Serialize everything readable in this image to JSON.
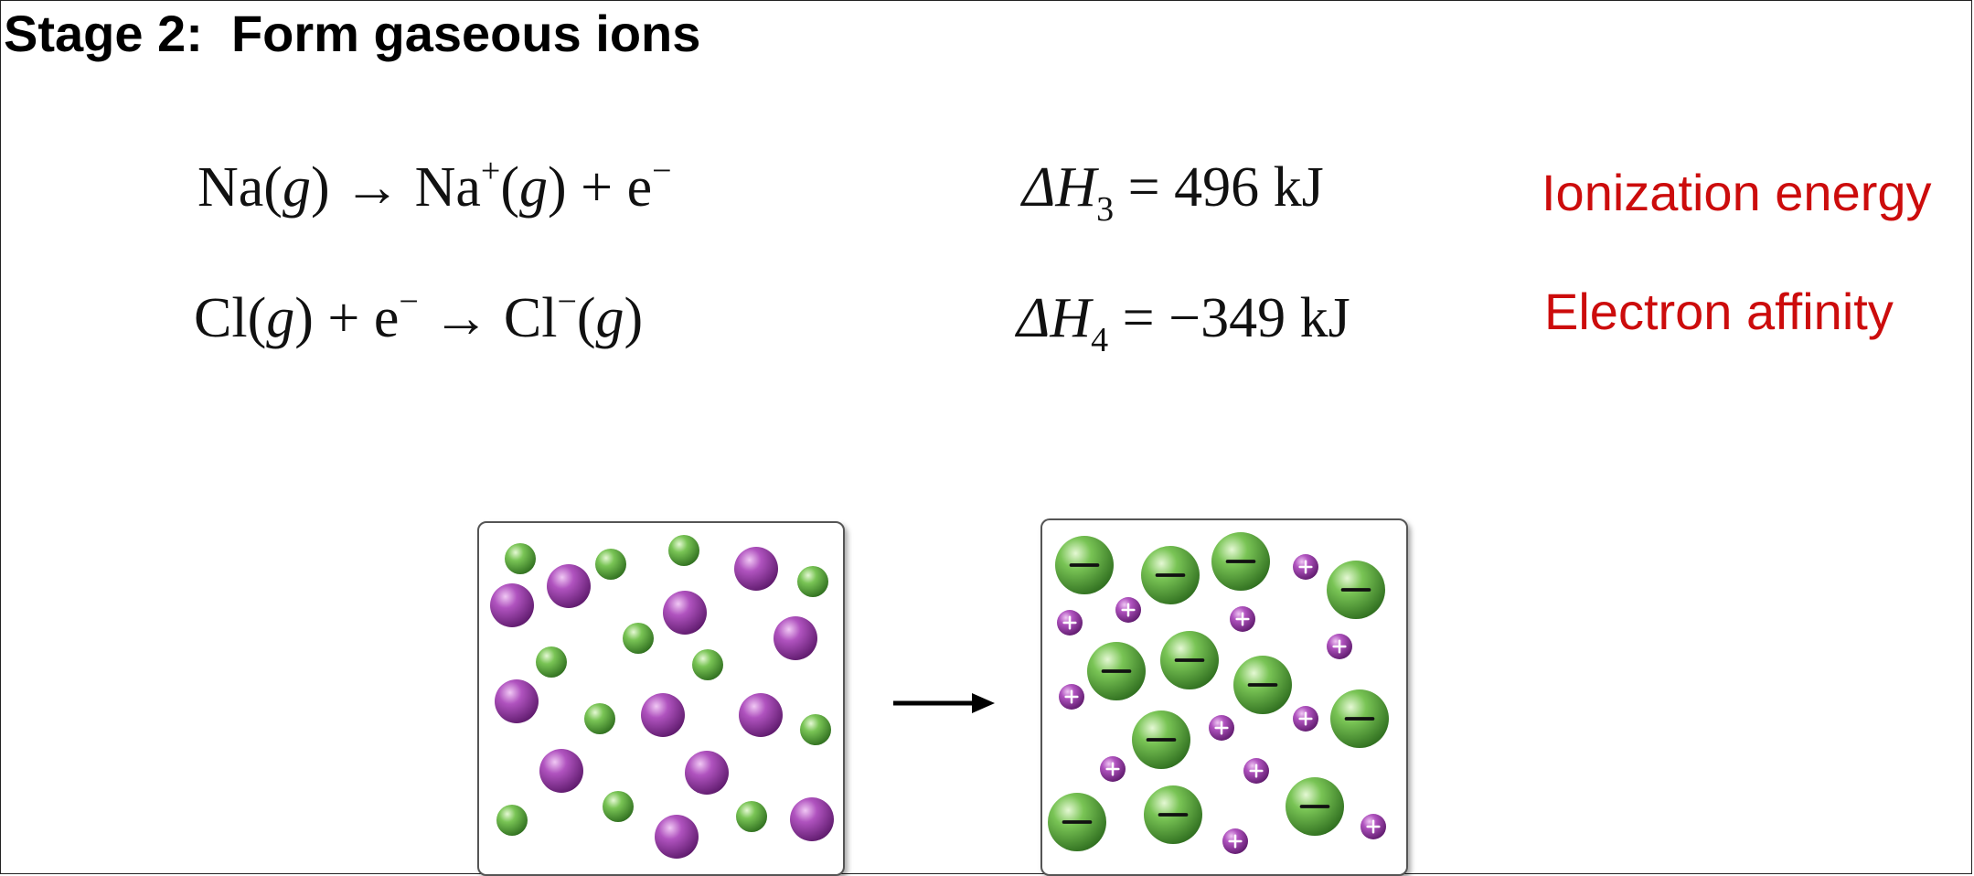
{
  "title": "Stage 2:  Form gaseous ions",
  "reactions": [
    {
      "lhs_species1": "Na",
      "lhs_state1": "g",
      "arrow": "→",
      "rhs_species1": "Na",
      "rhs_charge1": "+",
      "rhs_state1": "g",
      "plus": "+",
      "electron": "e",
      "electron_charge": "−",
      "dh_symbol": "ΔH",
      "dh_index": "3",
      "dh_value": "= 496 kJ",
      "label": "Ionization energy"
    },
    {
      "lhs_species1": "Cl",
      "lhs_state1": "g",
      "plus": "+",
      "electron": "e",
      "electron_charge": "−",
      "arrow": "→",
      "rhs_species1": "Cl",
      "rhs_charge1": "−",
      "rhs_state1": "g",
      "dh_symbol": "ΔH",
      "dh_index": "4",
      "dh_value": "= −349 kJ",
      "label": "Electron affinity"
    }
  ],
  "diagram": {
    "left_box": "neutral gaseous atoms (purple Na, green Cl)",
    "right_box": "gaseous ions (purple Na+, green Cl−)",
    "ion_symbols": {
      "cation": "+",
      "anion": "−"
    },
    "colors": {
      "sodium": "#9b3aa8",
      "chlorine": "#6bb84a",
      "label": "#cc0c0c"
    }
  }
}
